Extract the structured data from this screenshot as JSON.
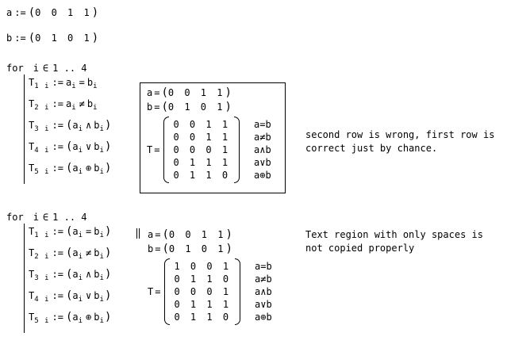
{
  "app": {
    "background": "#ffffff",
    "text_color": "#000000"
  },
  "vector_defs": {
    "a": {
      "name": "a",
      "assign": ":=",
      "open": "(",
      "digits": "0 0 1 1",
      "close": ")"
    },
    "b": {
      "name": "b",
      "assign": ":=",
      "open": "(",
      "digits": "0 1 0 1",
      "close": ")"
    }
  },
  "block1": {
    "for_header": {
      "keyword": "for",
      "var": "i",
      "element_of": "∈",
      "range": "1 .. 4"
    },
    "defs": [
      {
        "t": "T",
        "tsub": "1 i",
        "assign": ":=",
        "open": "",
        "a": "a",
        "asub": "i",
        "op": "=",
        "b": "b",
        "bsub": "i",
        "close": ""
      },
      {
        "t": "T",
        "tsub": "2 i",
        "assign": ":=",
        "open": "",
        "a": "a",
        "asub": "i",
        "op": "≠",
        "b": "b",
        "bsub": "i",
        "close": ""
      },
      {
        "t": "T",
        "tsub": "3 i",
        "assign": ":=",
        "open": "(",
        "a": "a",
        "asub": "i",
        "op": "∧",
        "b": "b",
        "bsub": "i",
        "close": ")"
      },
      {
        "t": "T",
        "tsub": "4 i",
        "assign": ":=",
        "open": "(",
        "a": "a",
        "asub": "i",
        "op": "∨",
        "b": "b",
        "bsub": "i",
        "close": ")"
      },
      {
        "t": "T",
        "tsub": "5 i",
        "assign": ":=",
        "open": "(",
        "a": "a",
        "asub": "i",
        "op": "⊕",
        "b": "b",
        "bsub": "i",
        "close": ")"
      }
    ],
    "results": {
      "a_line": {
        "name": "a",
        "eq": "=",
        "open": "(",
        "digits": "0 0 1 1",
        "close": ")"
      },
      "b_line": {
        "name": "b",
        "eq": "=",
        "open": "(",
        "digits": "0 1 0 1",
        "close": ")"
      },
      "t_label": "T",
      "t_eq": "=",
      "matrix_rows": [
        "0 0 1 1",
        "0 0 1 1",
        "0 0 0 1",
        "0 1 1 1",
        "0 1 1 0"
      ],
      "row_labels": [
        "a=b",
        "a≠b",
        "a∧b",
        "a∨b",
        "a⊕b"
      ]
    },
    "comment_lines": [
      "second row is wrong, first row is",
      "correct just by chance."
    ]
  },
  "block2": {
    "for_header": {
      "keyword": "for",
      "var": "i",
      "element_of": "∈",
      "range": "1 .. 4"
    },
    "defs": [
      {
        "t": "T",
        "tsub": "1 i",
        "assign": ":=",
        "open": "(",
        "a": "a",
        "asub": "i",
        "op": "=",
        "b": "b",
        "bsub": "i",
        "close": ")"
      },
      {
        "t": "T",
        "tsub": "2 i",
        "assign": ":=",
        "open": "(",
        "a": "a",
        "asub": "i",
        "op": "≠",
        "b": "b",
        "bsub": "i",
        "close": ")"
      },
      {
        "t": "T",
        "tsub": "3 i",
        "assign": ":=",
        "open": "(",
        "a": "a",
        "asub": "i",
        "op": "∧",
        "b": "b",
        "bsub": "i",
        "close": ")"
      },
      {
        "t": "T",
        "tsub": "4 i",
        "assign": ":=",
        "open": "(",
        "a": "a",
        "asub": "i",
        "op": "∨",
        "b": "b",
        "bsub": "i",
        "close": ")"
      },
      {
        "t": "T",
        "tsub": "5 i",
        "assign": ":=",
        "open": "(",
        "a": "a",
        "asub": "i",
        "op": "⊕",
        "b": "b",
        "bsub": "i",
        "close": ")"
      }
    ],
    "results": {
      "a_line": {
        "name": "a",
        "eq": "=",
        "open": "(",
        "digits": "0 0 1 1",
        "close": ")"
      },
      "b_line": {
        "name": "b",
        "eq": "=",
        "open": "(",
        "digits": "0 1 0 1",
        "close": ")"
      },
      "t_label": "T",
      "t_eq": "=",
      "matrix_rows": [
        "1 0 0 1",
        "0 1 1 0",
        "0 0 0 1",
        "0 1 1 1",
        "0 1 1 0"
      ],
      "row_labels": [
        "a=b",
        "a≠b",
        "a∧b",
        "a∨b",
        "a⊕b"
      ]
    },
    "comment_lines": [
      "Text region with only spaces is",
      "not copied properly"
    ]
  }
}
